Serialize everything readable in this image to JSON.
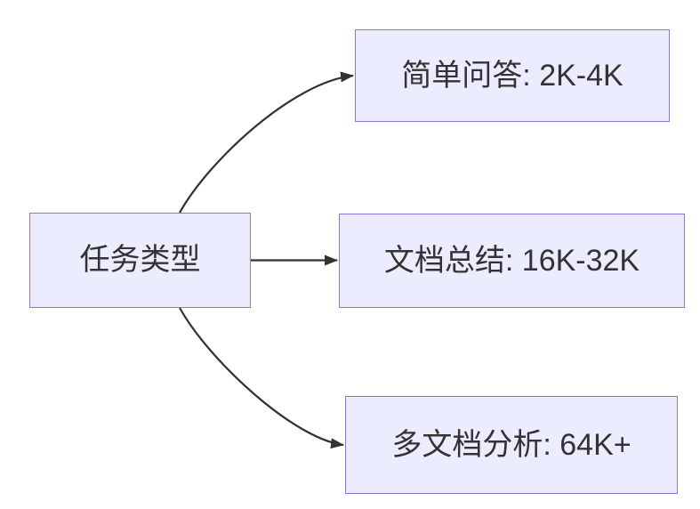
{
  "diagram": {
    "type": "flowchart",
    "direction": "left-to-right",
    "colors": {
      "background": "#FFFFFF",
      "node_fill": "#ECECFF",
      "node_border": "#9370DB",
      "edge": "#333333",
      "text": "#333333"
    },
    "nodes": [
      {
        "id": "task-type",
        "label": "任务类型"
      },
      {
        "id": "simple-qa",
        "label": "简单问答: 2K-4K"
      },
      {
        "id": "doc-summary",
        "label": "文档总结: 16K-32K"
      },
      {
        "id": "multi-doc-analysis",
        "label": "多文档分析: 64K+"
      }
    ],
    "edges": [
      {
        "from": "task-type",
        "to": "simple-qa",
        "style": "curved-up",
        "arrowhead": "filled-triangle"
      },
      {
        "from": "task-type",
        "to": "doc-summary",
        "style": "straight",
        "arrowhead": "filled-triangle"
      },
      {
        "from": "task-type",
        "to": "multi-doc-analysis",
        "style": "curved-down",
        "arrowhead": "filled-triangle"
      }
    ]
  }
}
